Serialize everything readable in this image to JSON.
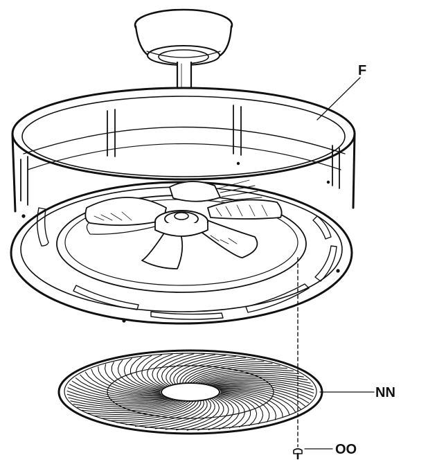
{
  "callouts": {
    "fan_body": "F",
    "grille": "NN",
    "screw": "OO"
  },
  "colors": {
    "ink": "#111111",
    "paper": "#ffffff"
  }
}
